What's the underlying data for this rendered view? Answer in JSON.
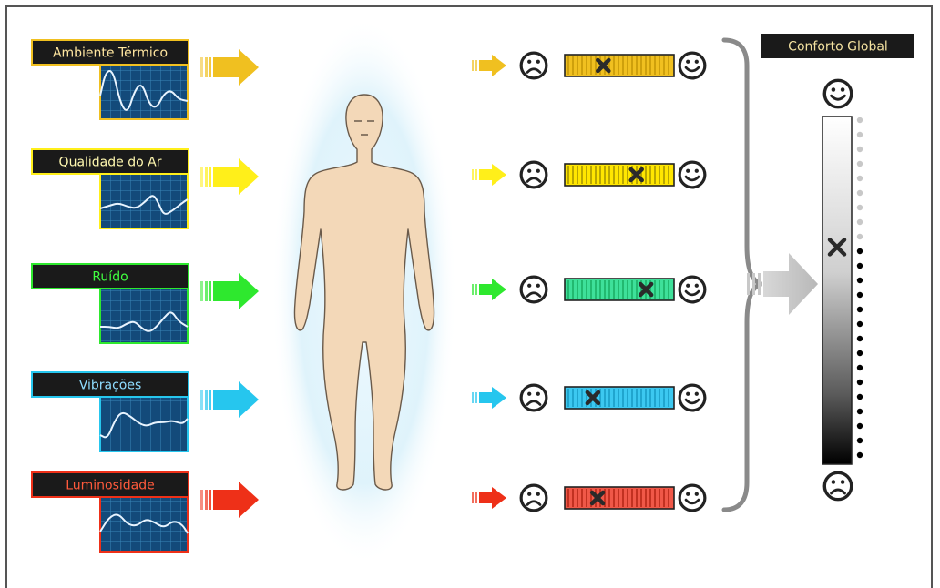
{
  "factors": [
    {
      "label": "Ambiente Térmico",
      "color": "#f0c020",
      "label_color": "#ffe6a0",
      "bar_color": "#f0c020",
      "stripe_color": "#b88a00",
      "rating": 0.33,
      "wave": "thermal"
    },
    {
      "label": "Qualidade do Ar",
      "color": "#ffef1a",
      "label_color": "#fff8b0",
      "bar_color": "#ffe600",
      "stripe_color": "#8a7c00",
      "rating": 0.68,
      "wave": "air"
    },
    {
      "label": "Ruído",
      "color": "#2ee82e",
      "label_color": "#40ff40",
      "bar_color": "#3ee09a",
      "stripe_color": "#119f55",
      "rating": 0.78,
      "wave": "noise"
    },
    {
      "label": "Vibrações",
      "color": "#26c6ee",
      "label_color": "#8fdcff",
      "bar_color": "#3cc8f0",
      "stripe_color": "#0e8eb8",
      "rating": 0.22,
      "wave": "vibration"
    },
    {
      "label": "Luminosidade",
      "color": "#ee3018",
      "label_color": "#ff5a3c",
      "bar_color": "#f05848",
      "stripe_color": "#a21808",
      "rating": 0.27,
      "wave": "light"
    }
  ],
  "global": {
    "label": "Conforto Global",
    "rating": 0.63,
    "label_color": "#f4e2a0"
  },
  "icons": {
    "happy": "happy-face-icon",
    "sad": "sad-face-icon",
    "marker": "x-marker-icon",
    "figure": "human-figure",
    "brace": "curly-brace"
  }
}
